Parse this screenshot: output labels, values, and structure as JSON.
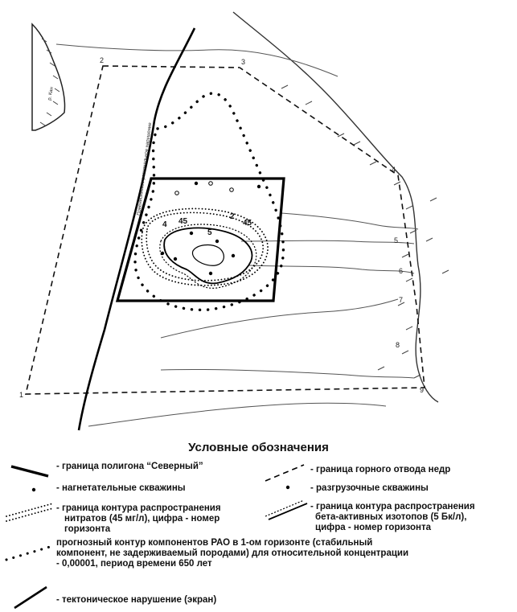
{
  "legend": {
    "title": "Условные обозначения",
    "polygon_boundary": "- граница полигона “Северный”",
    "mining_allotment": "- граница горного отвода недр",
    "injection_wells": "- нагнетательные скважины",
    "discharge_wells": "- разгрузочные скважины",
    "nitrate_contour": [
      "- граница контура распространения",
      "нитратов (45 мг/л), цифра - номер",
      "горизонта"
    ],
    "beta_contour": [
      "- граница контура распространения",
      "бета-активных изотопов (5 Бк/л),",
      "цифра - номер горизонта"
    ],
    "forecast_contour": [
      "прогнозный контур компонентов РАО в 1-ом горизонте (стабильный",
      "компонент, не задерживаемый породами) для относительной концентрации",
      "- 0,00001, период времени 650 лет"
    ],
    "tectonic_fault": "- тектоническое нарушение (экран)"
  },
  "map": {
    "point_numbers": [
      "1",
      "2",
      "3",
      "4",
      "5",
      "6",
      "7",
      "8",
      "9"
    ],
    "contour_labels": [
      "4",
      "45",
      "2",
      "5",
      "45"
    ],
    "river_label": "р. Кан",
    "fault_label": "Приенисейское региональное нарушение"
  },
  "colors": {
    "ink": "#111111",
    "paper": "#ffffff"
  }
}
